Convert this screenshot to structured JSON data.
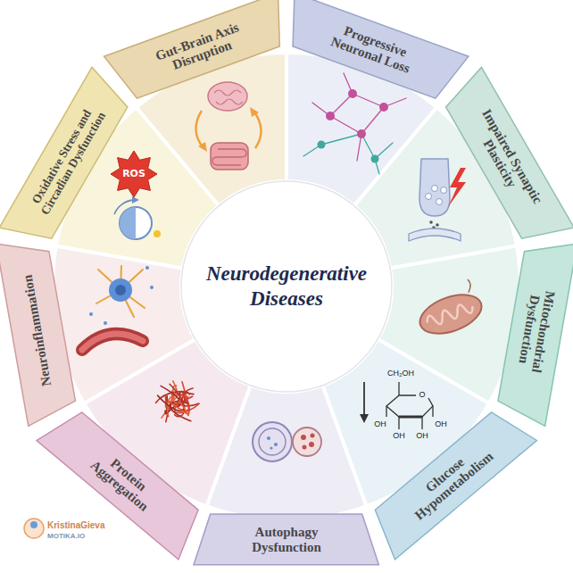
{
  "diagram": {
    "title": "Neurodegenerative Diseases",
    "nodes": [
      {
        "text": [
          "Gut-Brain Axis Disruption"
        ]
      },
      {
        "text": [
          "Progressive Neuronal Loss"
        ]
      },
      {
        "text": [
          "Impaired Synaptic Plasticity"
        ]
      },
      {
        "text": [
          "Mitochondrial Dysfunction"
        ]
      },
      {
        "text": [
          "Glucose Hypometabolism"
        ]
      },
      {
        "text": [
          "Autophagy Dysfunction"
        ]
      },
      {
        "text": [
          "Protein Aggregation"
        ]
      },
      {
        "text": [
          "Neuroinflammation"
        ]
      },
      {
        "text": [
          "Oxidative Stress and Circadian Dysfunction"
        ]
      }
    ],
    "labels": [
      "ROS",
      "CH₂OH",
      "O",
      "OH",
      "OH",
      "OH",
      "OH",
      "KristinaGieva",
      "MOTIKA.IO"
    ]
  }
}
